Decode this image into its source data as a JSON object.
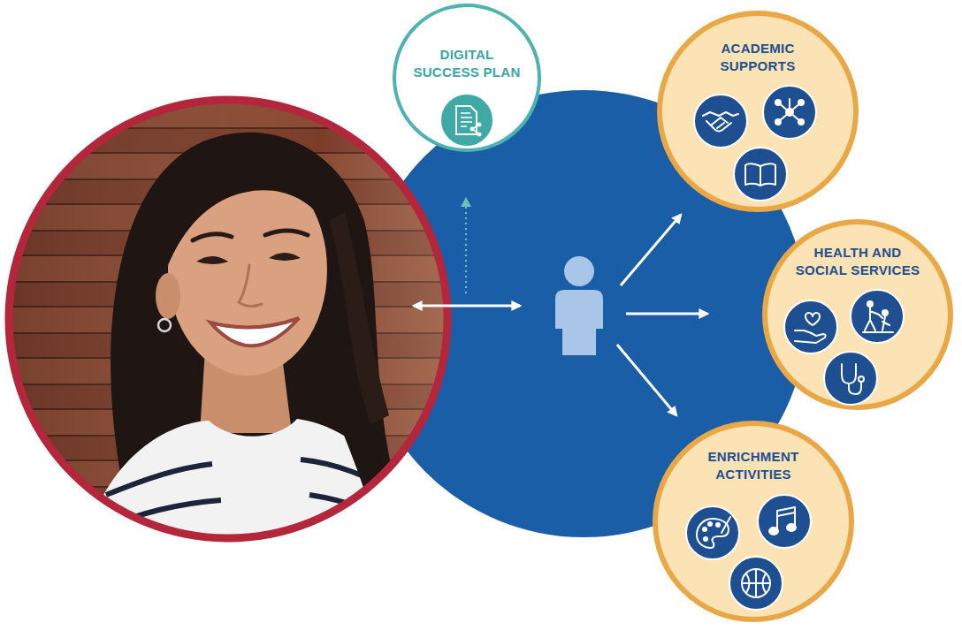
{
  "diagram": {
    "nodes": [
      {
        "text": [
          "DIGITAL SUCCESS PLAN"
        ]
      },
      {
        "text": [
          "ACADEMIC SUPPORTS"
        ]
      },
      {
        "text": [
          "HEALTH AND SOCIAL SERVICES"
        ]
      },
      {
        "text": [
          "ENRICHMENT ACTIVITIES"
        ]
      }
    ]
  }
}
